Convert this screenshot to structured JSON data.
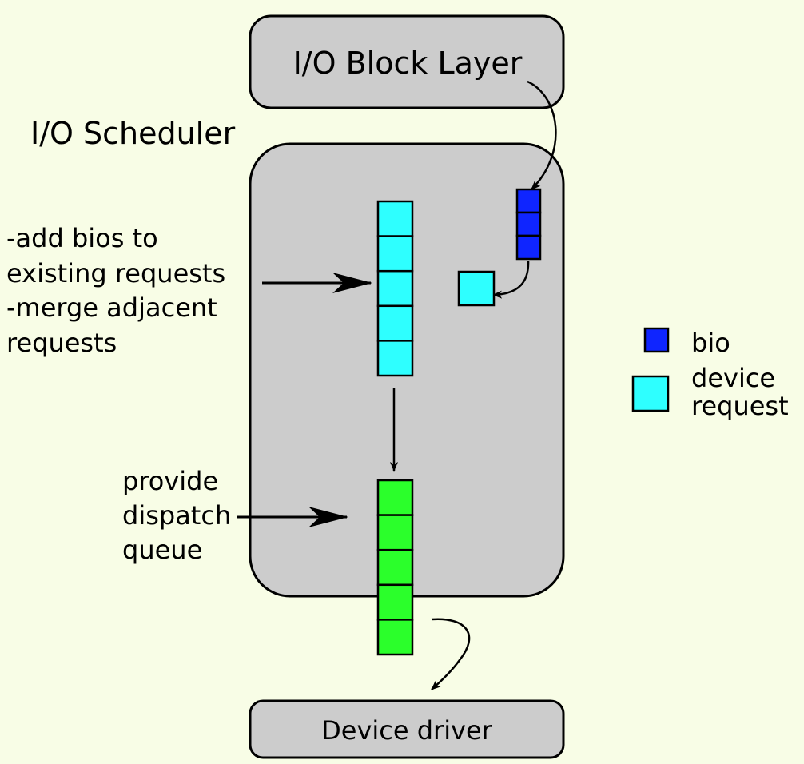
{
  "colors": {
    "background": "#f8fde6",
    "box_fill": "#cccccc",
    "bio": "#0f25ff",
    "device_request": "#2effff",
    "dispatch": "#2bff2b",
    "stroke": "#000000"
  },
  "labels": {
    "block_layer": "I/O Block Layer",
    "scheduler": "I/O Scheduler",
    "device_driver": "Device driver",
    "note_merge": [
      "-add bios to",
      "existing requests",
      "-merge adjacent",
      "requests"
    ],
    "note_dispatch": [
      "provide",
      "dispatch",
      "queue"
    ]
  },
  "legend": {
    "bio": "bio",
    "device_request": [
      "device",
      "request"
    ]
  },
  "counts": {
    "bio_stack": 3,
    "request_queue": 5,
    "dispatch_queue": 5
  }
}
